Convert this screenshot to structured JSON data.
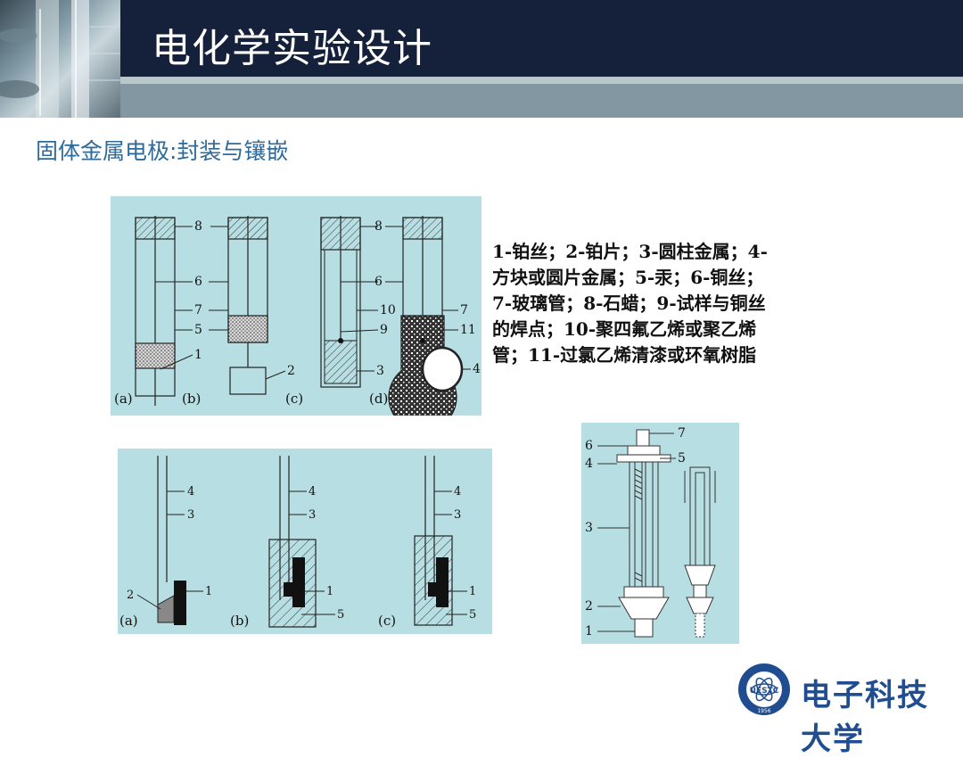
{
  "header": {
    "title": "电化学实验设计"
  },
  "subtitle": "固体金属电极:封装与镶嵌",
  "legend": {
    "lines": [
      "1-铂丝；2-铂片；3-圆柱金属；4-",
      "方块或圆片金属；5-汞；6-铜丝；",
      "7-玻璃管；8-石蜡；9-试样与铜丝",
      "的焊点；10-聚四氟乙烯或聚乙烯",
      "管；11-过氯乙烯清漆或环氧树脂"
    ]
  },
  "figure1": {
    "panel_labels": [
      "(a)",
      "(b)",
      "(c)",
      "(d)"
    ],
    "callouts": [
      "8",
      "6",
      "7",
      "5",
      "1",
      "8",
      "6",
      "7",
      "10",
      "9",
      "11",
      "2",
      "3",
      "4"
    ]
  },
  "figure2": {
    "panel_labels": [
      "(a)",
      "(b)",
      "(c)"
    ],
    "callouts": [
      "4",
      "3",
      "2",
      "1",
      "4",
      "3",
      "1",
      "5",
      "4",
      "3",
      "1",
      "5"
    ]
  },
  "figure3": {
    "callouts": [
      "6",
      "4",
      "7",
      "5",
      "3",
      "2",
      "1"
    ]
  },
  "logo": {
    "name": "电子科技大学",
    "seal_text": "UESTC",
    "seal_year": "1956"
  },
  "colors": {
    "header_dark": "#15203a",
    "header_strip": "#8297a1",
    "panel_bg": "#b7dfe3",
    "subtitle": "#2f6b9a",
    "logo_blue": "#1f4d8f"
  }
}
